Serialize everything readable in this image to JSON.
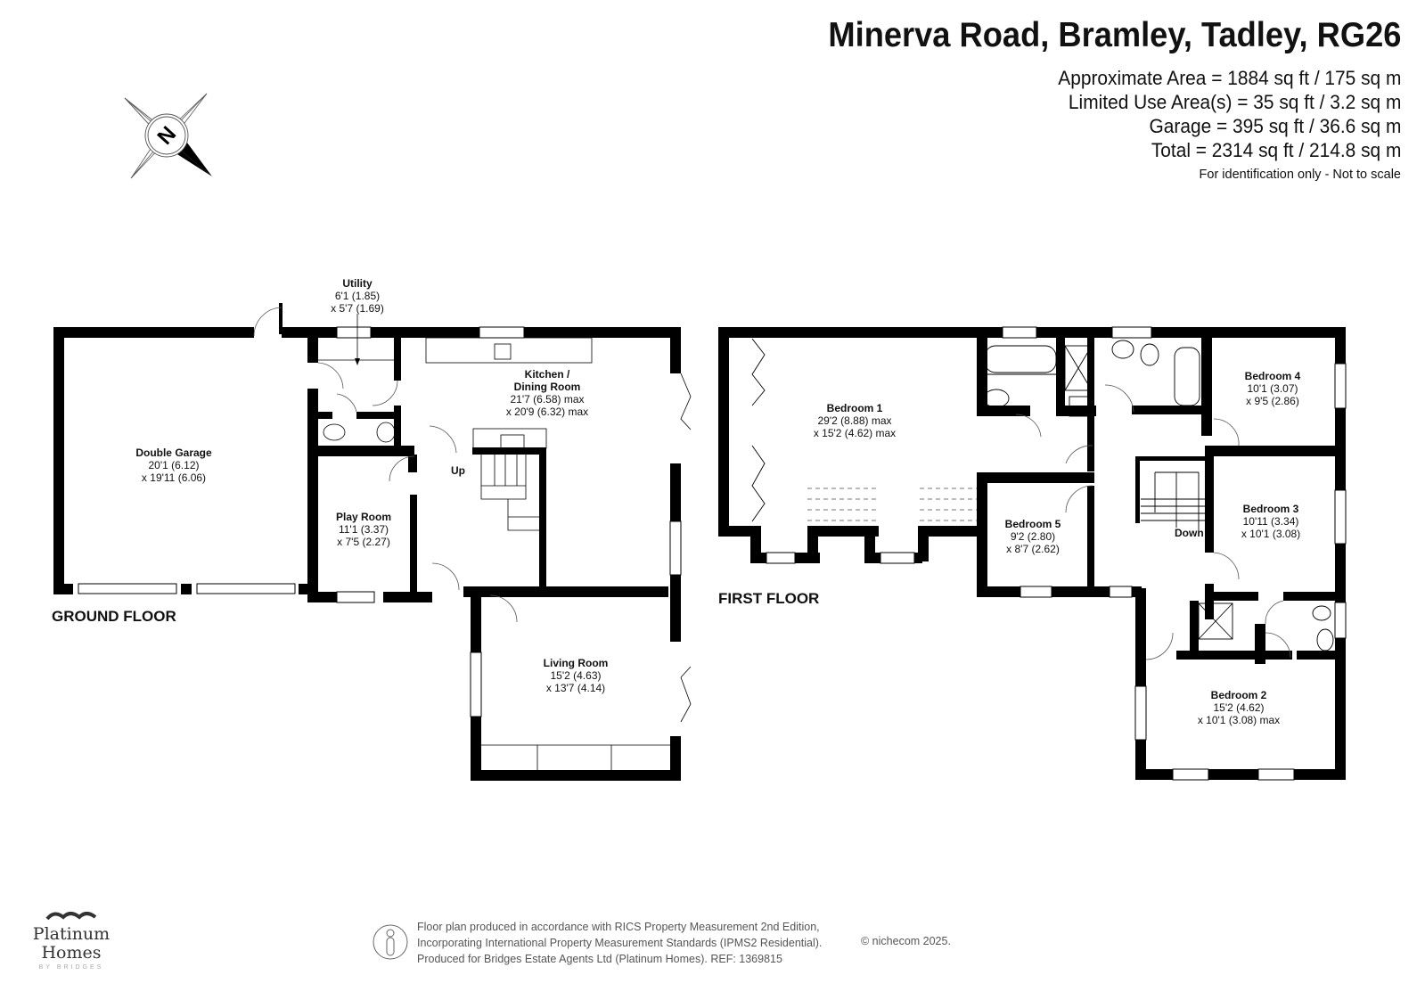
{
  "header": {
    "title": "Minerva Road, Bramley, Tadley, RG26",
    "areas": [
      "Approximate Area = 1884 sq ft / 175 sq m",
      "Limited Use Area(s) = 35 sq ft / 3.2 sq m",
      "Garage = 395 sq ft / 36.6 sq m",
      "Total = 2314 sq ft / 214.8 sq m"
    ],
    "note": "For identification only - Not to scale"
  },
  "compass": {
    "icon": "north-compass-icon",
    "letter": "N"
  },
  "ground_floor": {
    "label": "GROUND FLOOR",
    "stairs_label": "Up",
    "rooms": {
      "garage": {
        "name": "Double Garage",
        "dim1": "20'1 (6.12)",
        "dim2": "x 19'11 (6.06)"
      },
      "utility": {
        "name": "Utility",
        "dim1": "6'1 (1.85)",
        "dim2": "x 5'7 (1.69)"
      },
      "kitchen": {
        "name1": "Kitchen /",
        "name2": "Dining Room",
        "dim1": "21'7 (6.58) max",
        "dim2": "x 20'9 (6.32) max"
      },
      "playroom": {
        "name": "Play Room",
        "dim1": "11'1 (3.37)",
        "dim2": "x 7'5 (2.27)"
      },
      "living": {
        "name": "Living Room",
        "dim1": "15'2 (4.63)",
        "dim2": "x 13'7 (4.14)"
      }
    }
  },
  "first_floor": {
    "label": "FIRST FLOOR",
    "stairs_label": "Down",
    "rooms": {
      "bedroom1": {
        "name": "Bedroom 1",
        "dim1": "29'2 (8.88) max",
        "dim2": "x 15'2 (4.62) max"
      },
      "bedroom2": {
        "name": "Bedroom 2",
        "dim1": "15'2 (4.62)",
        "dim2": "x 10'1 (3.08) max"
      },
      "bedroom3": {
        "name": "Bedroom 3",
        "dim1": "10'11 (3.34)",
        "dim2": "x 10'1 (3.08)"
      },
      "bedroom4": {
        "name": "Bedroom 4",
        "dim1": "10'1 (3.07)",
        "dim2": "x 9'5 (2.86)"
      },
      "bedroom5": {
        "name": "Bedroom 5",
        "dim1": "9'2 (2.80)",
        "dim2": "x 8'7 (2.62)"
      }
    }
  },
  "footer": {
    "lines": [
      "Floor plan produced in accordance with RICS Property Measurement 2nd Edition,",
      "Incorporating International Property Measurement Standards (IPMS2 Residential).",
      "Produced for Bridges Estate Agents Ltd (Platinum Homes).   REF: 1369815"
    ],
    "copyright": "© nichecom 2025."
  },
  "logo": {
    "line1": "Platinum",
    "line2": "Homes",
    "tagline": "BY BRIDGES"
  },
  "colors": {
    "wall": "#000000",
    "text": "#111111",
    "footer_text": "#555555",
    "background": "#ffffff"
  }
}
